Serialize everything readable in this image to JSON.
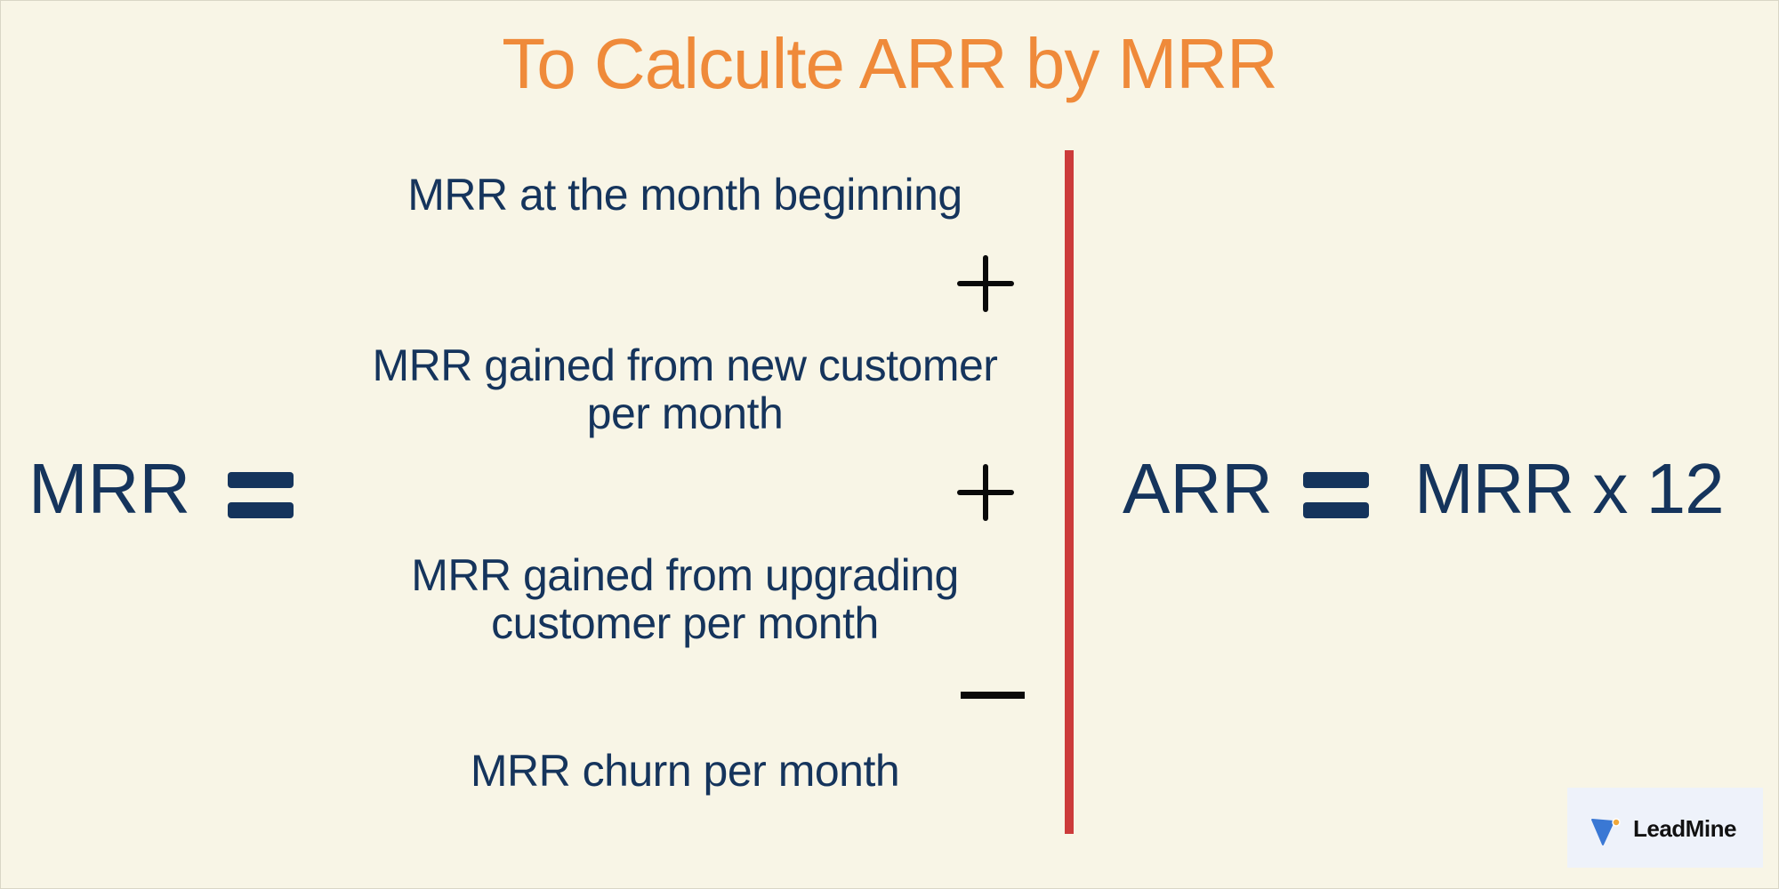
{
  "title": "To Calculte ARR by MRR",
  "colors": {
    "background": "#f8f5e6",
    "title": "#ef8a3a",
    "text": "#15345c",
    "divider": "#cc3b3b",
    "operator": "#0a0a0a",
    "logo_blue": "#3a78d4",
    "logo_dot": "#f2a93b"
  },
  "mrr_formula": {
    "lhs": "MRR",
    "equals_icon": "equals-icon",
    "terms": [
      {
        "text": "MRR at the month beginning"
      },
      {
        "operator": "plus",
        "text_line1": "MRR gained from new customer",
        "text_line2": "per month"
      },
      {
        "operator": "plus",
        "text_line1": "MRR gained from upgrading",
        "text_line2": "customer per month"
      },
      {
        "operator": "minus",
        "text": "MRR churn per month"
      }
    ]
  },
  "arr_formula": {
    "lhs": "ARR",
    "equals_icon": "equals-icon",
    "rhs": "MRR x 12"
  },
  "logo": {
    "name": "LeadMine",
    "icon": "leadmine-logo-icon"
  }
}
